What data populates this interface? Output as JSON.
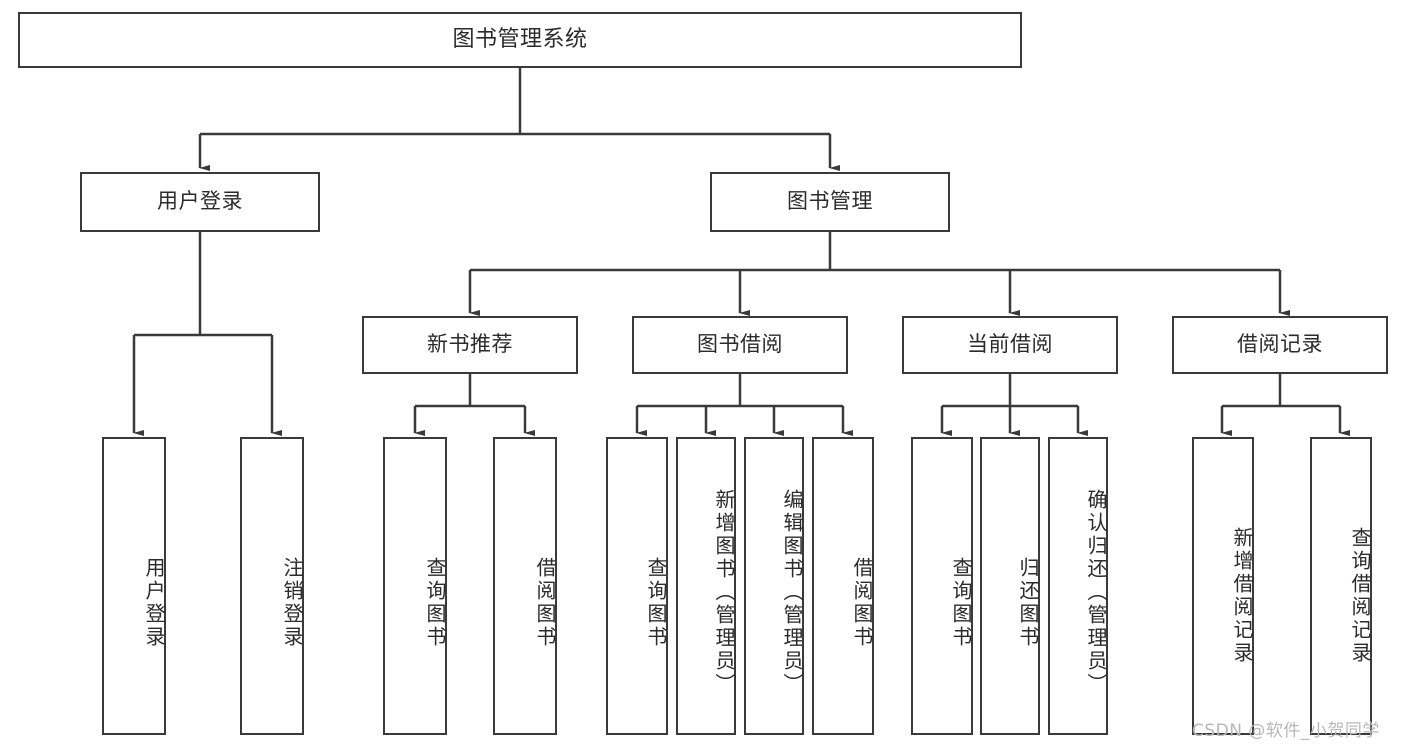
{
  "diagram": {
    "type": "hierarchy-tree",
    "title": "图书管理系统",
    "levels": [
      {
        "level": 1,
        "nodes": [
          {
            "id": "root",
            "label": "图书管理系统"
          }
        ]
      },
      {
        "level": 2,
        "nodes": [
          {
            "id": "user-login",
            "label": "用户登录",
            "parent": "root"
          },
          {
            "id": "book-manage",
            "label": "图书管理",
            "parent": "root"
          }
        ]
      },
      {
        "level": 3,
        "nodes": [
          {
            "id": "new-book-rec",
            "label": "新书推荐",
            "parent": "book-manage"
          },
          {
            "id": "book-borrow",
            "label": "图书借阅",
            "parent": "book-manage"
          },
          {
            "id": "current-borrow",
            "label": "当前借阅",
            "parent": "book-manage"
          },
          {
            "id": "borrow-record",
            "label": "借阅记录",
            "parent": "book-manage"
          }
        ]
      },
      {
        "level": 4,
        "nodes": [
          {
            "id": "leaf-1",
            "label": "用户登录",
            "parent": "user-login"
          },
          {
            "id": "leaf-2",
            "label": "注销登录",
            "parent": "user-login"
          },
          {
            "id": "leaf-3",
            "label": "查询图书",
            "parent": "new-book-rec"
          },
          {
            "id": "leaf-4",
            "label": "借阅图书",
            "parent": "new-book-rec"
          },
          {
            "id": "leaf-5",
            "label": "查询图书",
            "parent": "book-borrow"
          },
          {
            "id": "leaf-6",
            "label": "新增图书（管理员）",
            "parent": "book-borrow"
          },
          {
            "id": "leaf-7",
            "label": "编辑图书（管理员）",
            "parent": "book-borrow"
          },
          {
            "id": "leaf-8",
            "label": "借阅图书",
            "parent": "book-borrow"
          },
          {
            "id": "leaf-9",
            "label": "查询图书",
            "parent": "current-borrow"
          },
          {
            "id": "leaf-10",
            "label": "归还图书",
            "parent": "current-borrow"
          },
          {
            "id": "leaf-11",
            "label": "确认归还（管理员）",
            "parent": "current-borrow"
          },
          {
            "id": "leaf-12",
            "label": "新增借阅记录",
            "parent": "borrow-record"
          },
          {
            "id": "leaf-13",
            "label": "查询借阅记录",
            "parent": "borrow-record"
          }
        ]
      }
    ],
    "colors": {
      "stroke": "#3a3a3a",
      "fill": "#ffffff",
      "text": "#2b2b2b",
      "watermark": "#b8b8b8"
    }
  },
  "watermark": {
    "text": "CSDN @软件_小贺同学"
  }
}
